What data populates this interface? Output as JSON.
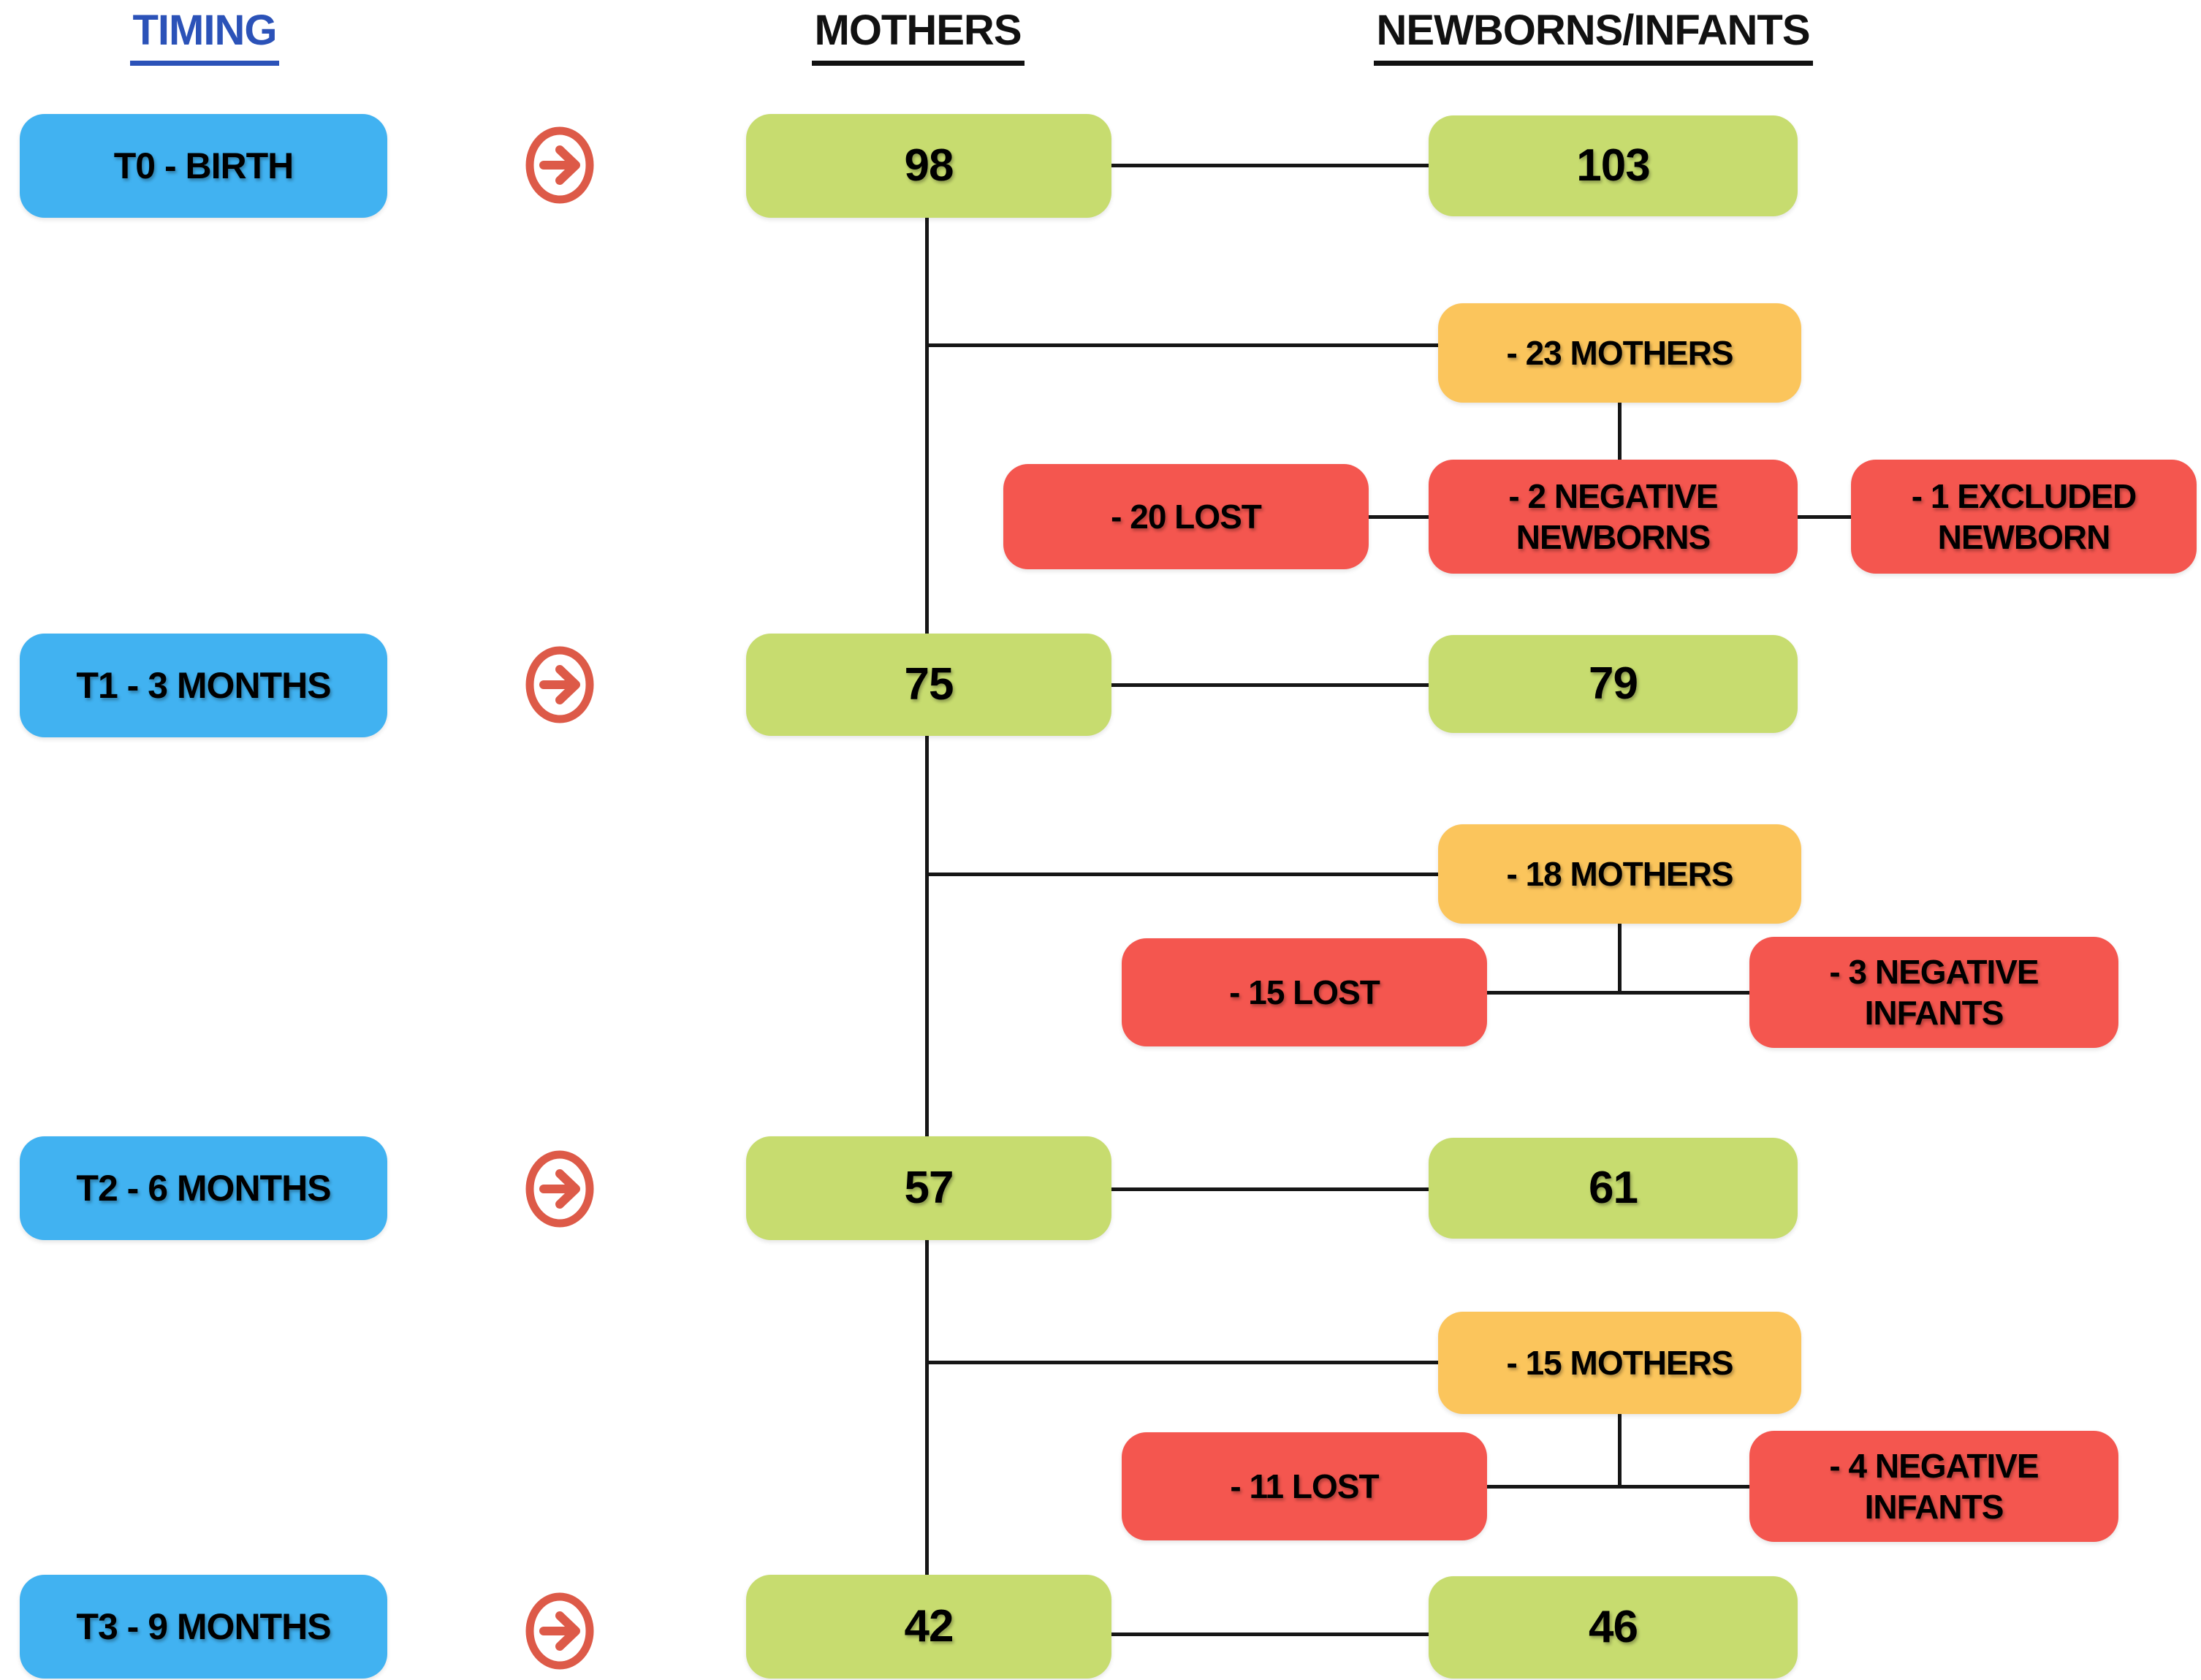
{
  "title": "Study follow-up flow diagram",
  "colors": {
    "timing_header": "#2B52B8",
    "blue_box": "#41B2F1",
    "green_box": "#C7DC6F",
    "orange_box": "#FBC55C",
    "red_box": "#F4564F",
    "arrow_icon": "#DD5A48",
    "line": "#161616",
    "text": "#000000"
  },
  "headers": {
    "timing": "TIMING",
    "mothers": "MOTHERS",
    "newborns": "NEWBORNS/INFANTS"
  },
  "timepoints": [
    {
      "label": "T0 - BIRTH",
      "mothers": "98",
      "newborns": "103"
    },
    {
      "label": "T1 - 3 MONTHS",
      "mothers": "75",
      "newborns": "79"
    },
    {
      "label": "T2 - 6 MONTHS",
      "mothers": "57",
      "newborns": "61"
    },
    {
      "label": "T3 - 9 MONTHS",
      "mothers": "42",
      "newborns": "46"
    }
  ],
  "dropouts": [
    {
      "mothers_lost_label": "- 23 MOTHERS",
      "lost": "- 20 LOST",
      "negative": "- 2 NEGATIVE NEWBORNS",
      "excluded": "- 1 EXCLUDED NEWBORN"
    },
    {
      "mothers_lost_label": "- 18 MOTHERS",
      "lost": "- 15 LOST",
      "negative": "- 3 NEGATIVE INFANTS"
    },
    {
      "mothers_lost_label": "- 15 MOTHERS",
      "lost": "- 11 LOST",
      "negative": "- 4 NEGATIVE INFANTS"
    }
  ]
}
